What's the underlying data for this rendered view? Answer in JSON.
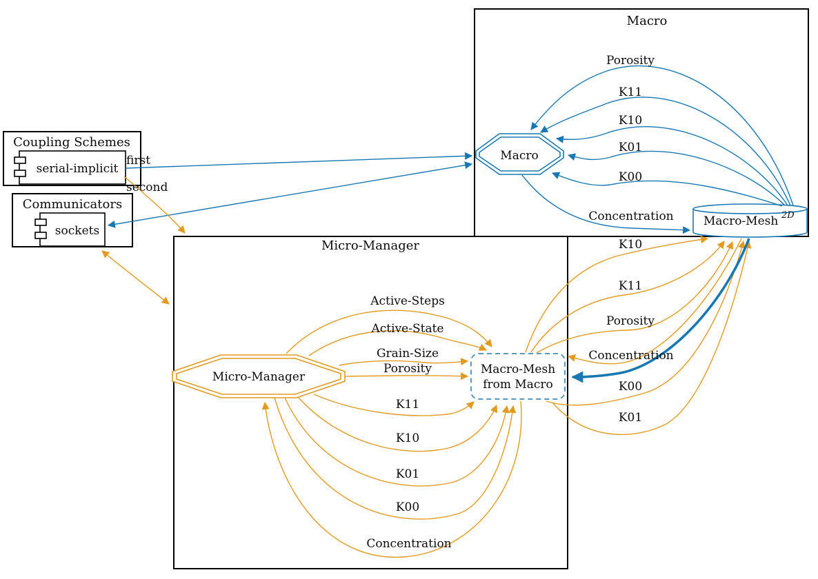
{
  "diagram_type": "precice-coupling-configuration",
  "colors": {
    "macro_participant_blue": "#1878b4",
    "micro_participant_orange": "#e29a20",
    "cluster_border_black": "#000000",
    "background": "#ffffff"
  },
  "coupling": {
    "box_title": "Coupling Schemes",
    "scheme": "serial-implicit",
    "first_label": "first",
    "second_label": "second"
  },
  "communicators": {
    "box_title": "Communicators",
    "type": "sockets"
  },
  "macro_cluster": {
    "title": "Macro",
    "participant": "Macro",
    "mesh": {
      "name": "Macro-Mesh",
      "superscript": "2D"
    },
    "read_data": [
      "Porosity",
      "K11",
      "K10",
      "K01",
      "K00"
    ],
    "write_data": [
      "Concentration"
    ]
  },
  "micro_cluster": {
    "title": "Micro-Manager",
    "participant": "Micro-Manager",
    "received_mesh": {
      "line1": "Macro-Mesh",
      "line2": "from Macro"
    },
    "write_data": [
      "Active-Steps",
      "Active-State",
      "Grain-Size",
      "Porosity",
      "K11",
      "K10",
      "K01",
      "K00"
    ],
    "read_data": [
      "Concentration"
    ]
  },
  "mesh_exchange_labels": [
    "K10",
    "K11",
    "Porosity",
    "Concentration",
    "K00",
    "K01"
  ]
}
